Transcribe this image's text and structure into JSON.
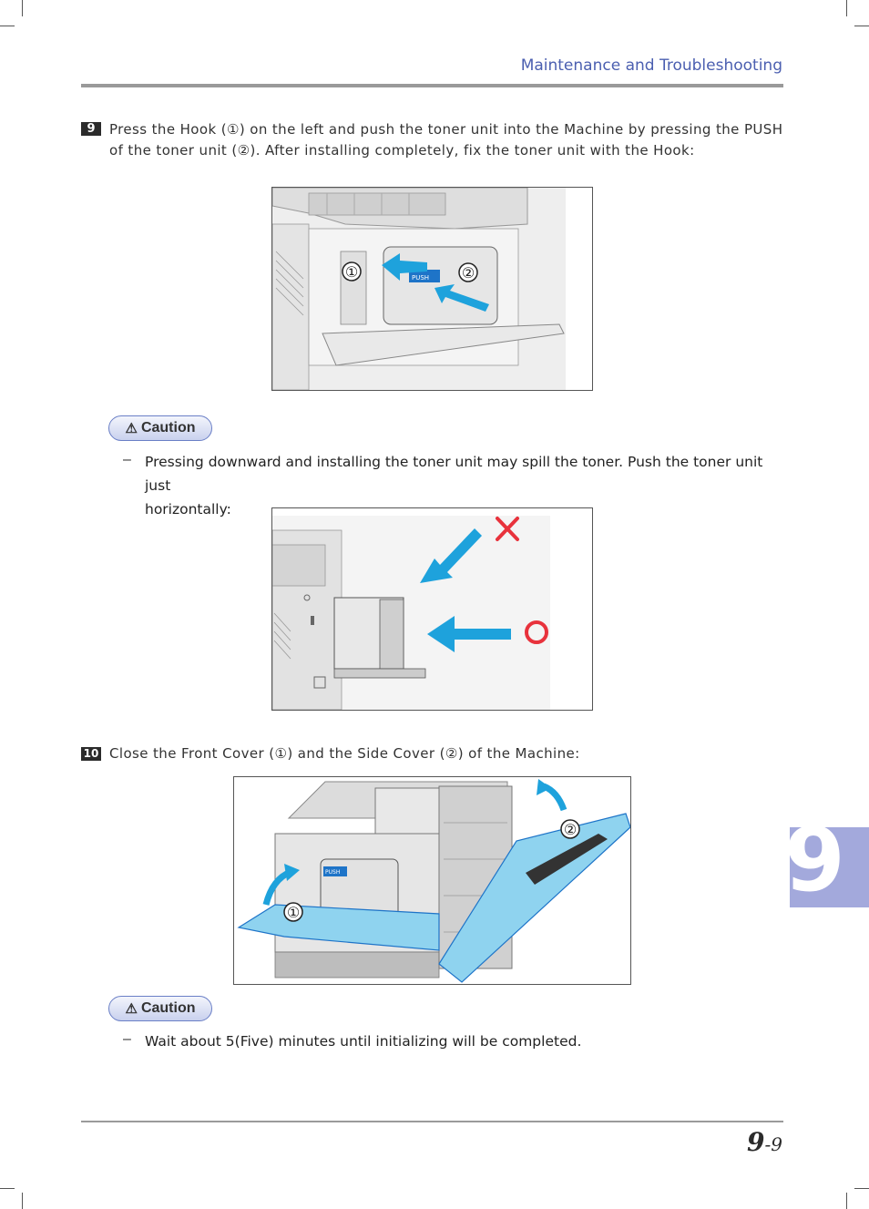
{
  "header": {
    "title": "Maintenance and Troubleshooting"
  },
  "step9": {
    "number": "9",
    "line1": "Press the Hook (①) on the left and push the toner unit into the Machine by pressing the PUSH",
    "line2": "of the toner unit (②). After installing completely, fix the toner unit with the Hook:"
  },
  "figure1": {
    "callout1": "①",
    "callout2": "②",
    "push_label": "PUSH"
  },
  "caution1": {
    "label": "Caution",
    "dash": "–",
    "line1": "Pressing downward and installing the toner unit may spill the toner. Push the toner unit just",
    "line2": "horizontally:"
  },
  "step10": {
    "number": "10",
    "text": "Close the Front Cover (①) and the Side Cover (②) of the Machine:"
  },
  "figure3": {
    "callout1": "①",
    "callout2": "②",
    "push_label": "PUSH"
  },
  "caution2": {
    "label": "Caution",
    "dash": "–",
    "text": "Wait about 5(Five) minutes until initializing will be completed."
  },
  "chapter_tab": {
    "number": "9"
  },
  "footer": {
    "page_chapter": "9",
    "page_sep": "-",
    "page_num": "9"
  },
  "colors": {
    "accent": "#4b5fb0",
    "tab": "#a3a9dc",
    "arrow": "#1ea2dc",
    "wrong": "#e8323c"
  },
  "icons": {
    "caution": "warning-triangle-icon"
  }
}
